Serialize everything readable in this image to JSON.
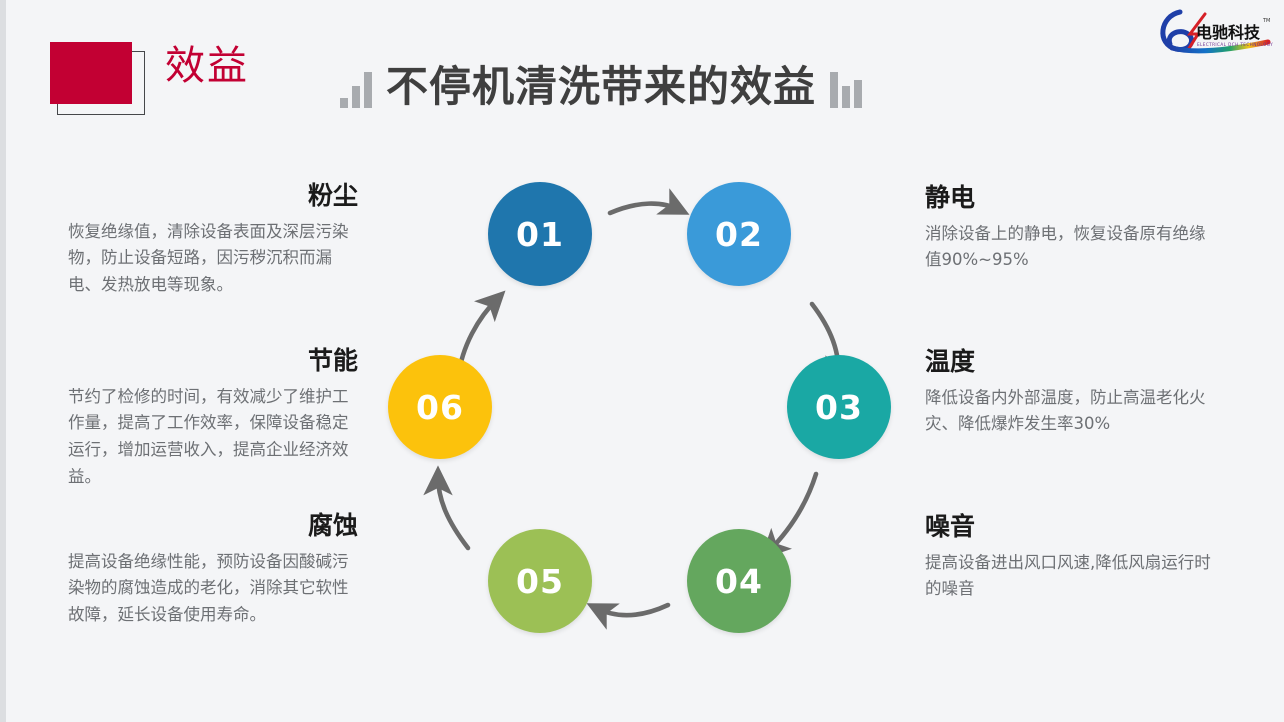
{
  "header": {
    "badge_label": "效益",
    "title": "不停机清洗带来的效益",
    "badge_color": "#c20033",
    "title_color": "#3f3f3f"
  },
  "logo": {
    "name": "电驰科技",
    "latin": "ELECTRICAL DCH TECHNOLOGY",
    "trademark": "TM"
  },
  "cycle": {
    "nodes": [
      {
        "num": "01",
        "color": "#1f76ad"
      },
      {
        "num": "02",
        "color": "#3a9ad9"
      },
      {
        "num": "03",
        "color": "#1aa8a4"
      },
      {
        "num": "04",
        "color": "#64a75e"
      },
      {
        "num": "05",
        "color": "#9cc055"
      },
      {
        "num": "06",
        "color": "#fcc20c"
      }
    ],
    "arrow_color": "#6b6b6b"
  },
  "blocks": {
    "left": [
      {
        "key": "dust",
        "title": "粉尘",
        "body": "恢复绝缘值，清除设备表面及深层污染物，防止设备短路，因污秽沉积而漏电、发热放电等现象。"
      },
      {
        "key": "energy",
        "title": "节能",
        "body": "节约了检修的时间，有效减少了维护工作量，提高了工作效率，保障设备稳定运行，增加运营收入，提高企业经济效益。"
      },
      {
        "key": "corrosion",
        "title": "腐蚀",
        "body": "提高设备绝缘性能，预防设备因酸碱污染物的腐蚀造成的老化，消除其它软性故障，延长设备使用寿命。"
      }
    ],
    "right": [
      {
        "key": "static",
        "title": "静电",
        "body": "消除设备上的静电，恢复设备原有绝缘值90%~95%"
      },
      {
        "key": "temperature",
        "title": "温度",
        "body": "降低设备内外部温度，防止高温老化火灾、降低爆炸发生率30%"
      },
      {
        "key": "noise",
        "title": "噪音",
        "body": "提高设备进出风口风速,降低风扇运行时的噪音"
      }
    ]
  }
}
